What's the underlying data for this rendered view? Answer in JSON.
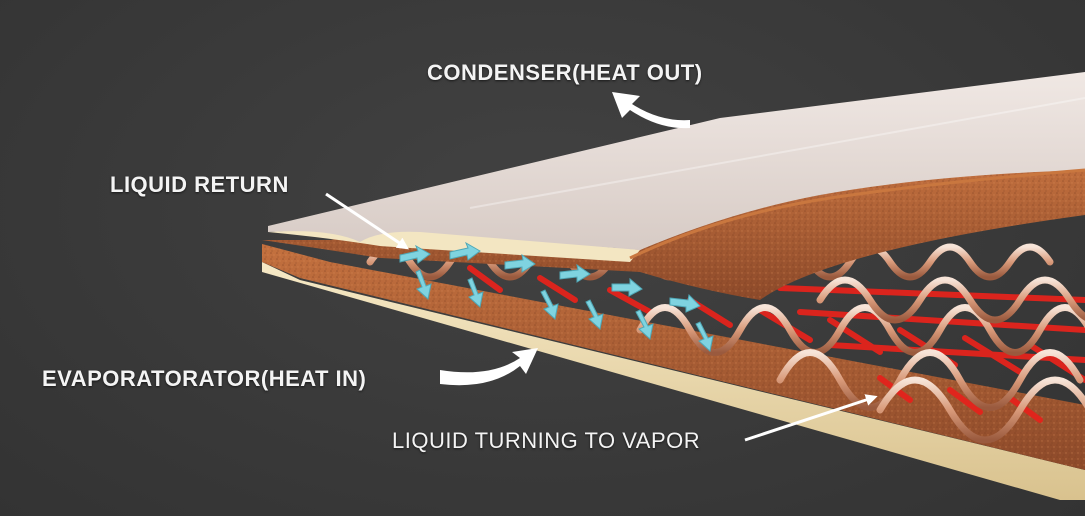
{
  "labels": {
    "condenser": "CONDENSER(HEAT OUT)",
    "liquid_return": "LIQUID RETURN",
    "evaporator": "EVAPORATORATOR(HEAT IN)",
    "vapor": "LIQUID TURNING TO VAPOR"
  },
  "colors": {
    "background": "#3a3a3a",
    "copper_wick": "#b0623a",
    "top_plate": "#e6ddd8",
    "bottom_plate": "#efe0b8",
    "heat_red": "#e4231c",
    "liquid_cyan": "#7fd3e0",
    "label_text": "#f4f4f4"
  }
}
